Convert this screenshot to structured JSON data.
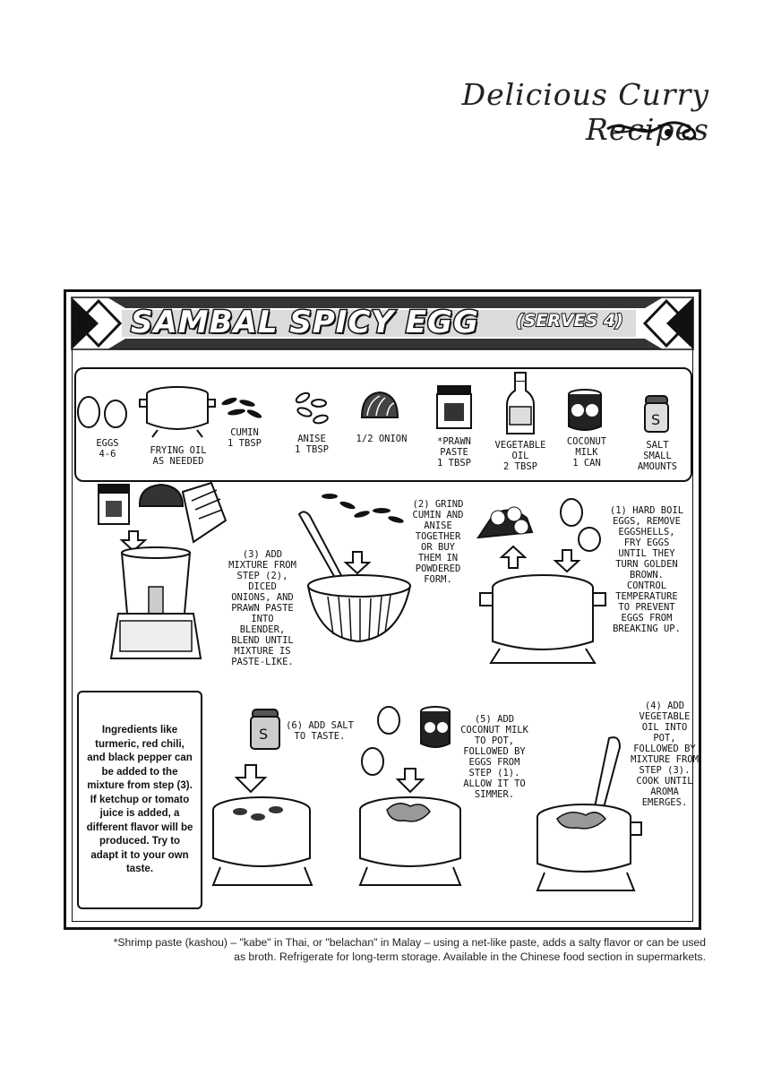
{
  "header": {
    "title": "Delicious Curry Recipes"
  },
  "recipe": {
    "title": "SAMBAL SPICY EGG",
    "serves": "(SERVES 4)"
  },
  "ingredients": [
    {
      "name": "EGGS",
      "amount": "4-6",
      "icon": "eggs-icon"
    },
    {
      "name": "FRYING OIL",
      "amount": "AS NEEDED",
      "icon": "pot-icon"
    },
    {
      "name": "CUMIN",
      "amount": "1 TBSP",
      "icon": "cumin-seeds-icon"
    },
    {
      "name": "ANISE",
      "amount": "1 TBSP",
      "icon": "anise-seeds-icon"
    },
    {
      "name": "1/2 ONION",
      "amount": "",
      "icon": "onion-icon"
    },
    {
      "name": "*PRAWN PASTE",
      "amount": "1 TBSP",
      "icon": "prawn-paste-jar-icon"
    },
    {
      "name": "VEGETABLE OIL",
      "amount": "2 TBSP",
      "icon": "oil-bottle-icon"
    },
    {
      "name": "COCONUT MILK",
      "amount": "1 CAN",
      "icon": "coconut-milk-can-icon"
    },
    {
      "name": "SALT",
      "amount": "SMALL AMOUNTS",
      "icon": "salt-shaker-icon"
    }
  ],
  "steps": {
    "step1": "(1) HARD BOIL EGGS, REMOVE EGGSHELLS, FRY EGGS UNTIL THEY TURN GOLDEN BROWN. CONTROL TEMPERATURE TO PREVENT EGGS FROM BREAKING UP.",
    "step2": "(2) GRIND CUMIN AND ANISE TOGETHER OR BUY THEM IN POWDERED FORM.",
    "step3": "(3) ADD MIXTURE FROM STEP (2), DICED ONIONS, AND PRAWN PASTE INTO BLENDER, BLEND UNTIL MIXTURE IS PASTE-LIKE.",
    "step4": "(4) ADD VEGETABLE OIL INTO POT, FOLLOWED BY MIXTURE FROM STEP (3). COOK UNTIL AROMA EMERGES.",
    "step5": "(5) ADD COCONUT MILK TO POT, FOLLOWED BY EGGS FROM STEP (1). ALLOW IT TO SIMMER.",
    "step6": "(6) ADD SALT TO TASTE."
  },
  "note": "Ingredients like turmeric, red chili, and black pepper can be added to the mixture from step (3). If ketchup or tomato juice is added, a different flavor will be produced. Try to adapt it to your own taste.",
  "footnote": "*Shrimp paste (kashou) – \"kabe\" in Thai, or \"belachan\" in Malay – using a net-like paste, adds a salty flavor or can be used as broth. Refrigerate for long-term storage. Available in the Chinese food section in supermarkets."
}
